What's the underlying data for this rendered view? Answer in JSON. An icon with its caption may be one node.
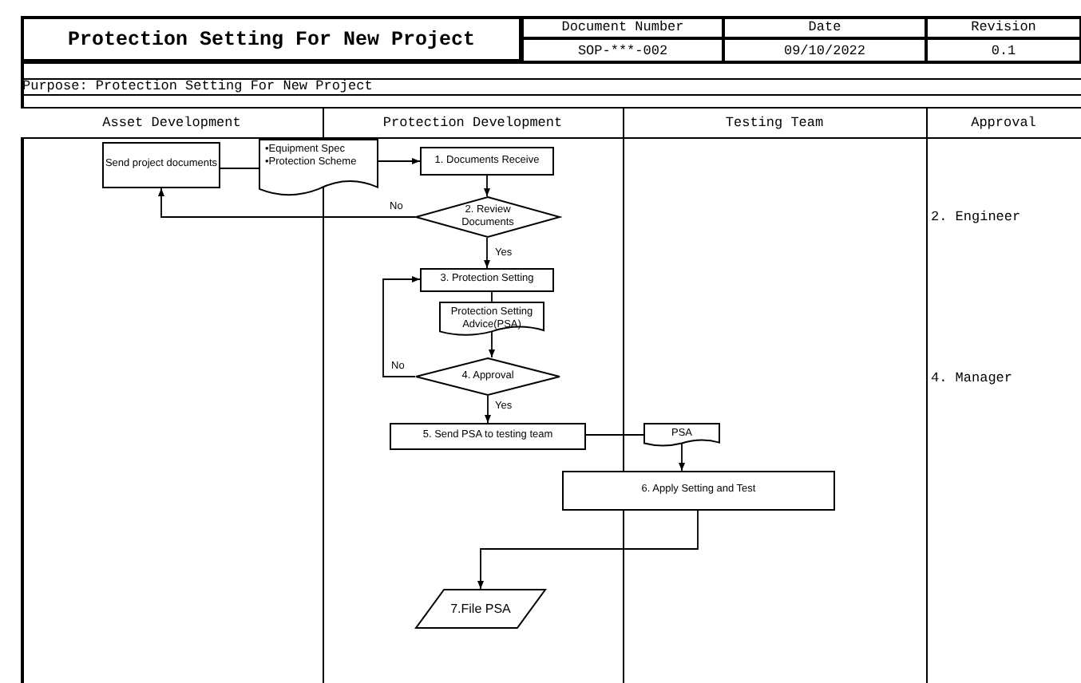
{
  "diagram": {
    "title": "Protection Setting For New Project",
    "nodes": [
      {
        "text": [
          "Send project documents"
        ]
      },
      {
        "text": [
          "•Equipment Spec",
          "•Protection Scheme"
        ]
      },
      {
        "text": [
          "1. Documents Receive"
        ]
      },
      {
        "text": [
          "2. Review Documents"
        ]
      },
      {
        "text": [
          "3. Protection Setting"
        ]
      },
      {
        "text": [
          "Protection Setting Advice(PSA)"
        ]
      },
      {
        "text": [
          "4. Approval"
        ]
      },
      {
        "text": [
          "5. Send PSA to testing team"
        ]
      },
      {
        "text": [
          "PSA"
        ]
      },
      {
        "text": [
          "6. Apply Setting and Test"
        ]
      },
      {
        "text": [
          "7.File PSA"
        ]
      }
    ],
    "edges": [
      {
        "from": 0,
        "to": 1,
        "arrow": "none"
      },
      {
        "from": 1,
        "to": 2,
        "arrow": "to"
      },
      {
        "from": 2,
        "to": 3,
        "arrow": "to"
      },
      {
        "from": 3,
        "to": 0,
        "arrow": "to",
        "label": "No"
      },
      {
        "from": 3,
        "to": 4,
        "arrow": "to",
        "label": "Yes"
      },
      {
        "from": 4,
        "to": 5,
        "arrow": "none"
      },
      {
        "from": 5,
        "to": 6,
        "arrow": "to"
      },
      {
        "from": 6,
        "to": 4,
        "arrow": "to",
        "label": "No"
      },
      {
        "from": 6,
        "to": 7,
        "arrow": "to",
        "label": "Yes"
      },
      {
        "from": 7,
        "to": 8,
        "arrow": "none"
      },
      {
        "from": 8,
        "to": 9,
        "arrow": "to"
      },
      {
        "from": 9,
        "to": 10,
        "arrow": "to"
      }
    ],
    "labels": [
      "Document Number",
      "Date",
      "Revision",
      "SOP-***-002",
      "09/10/2022",
      "0.1",
      "Purpose: Protection Setting For New Project",
      "Asset Development",
      "Protection Development",
      "Testing Team",
      "Approval",
      "2. Engineer",
      "4. Manager"
    ]
  }
}
